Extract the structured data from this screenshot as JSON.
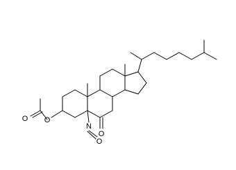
{
  "molecule": {
    "atoms": [
      {
        "label": "O"
      },
      {
        "label": "O"
      },
      {
        "label": "N"
      },
      {
        "label": "O"
      },
      {
        "label": "O"
      }
    ]
  }
}
